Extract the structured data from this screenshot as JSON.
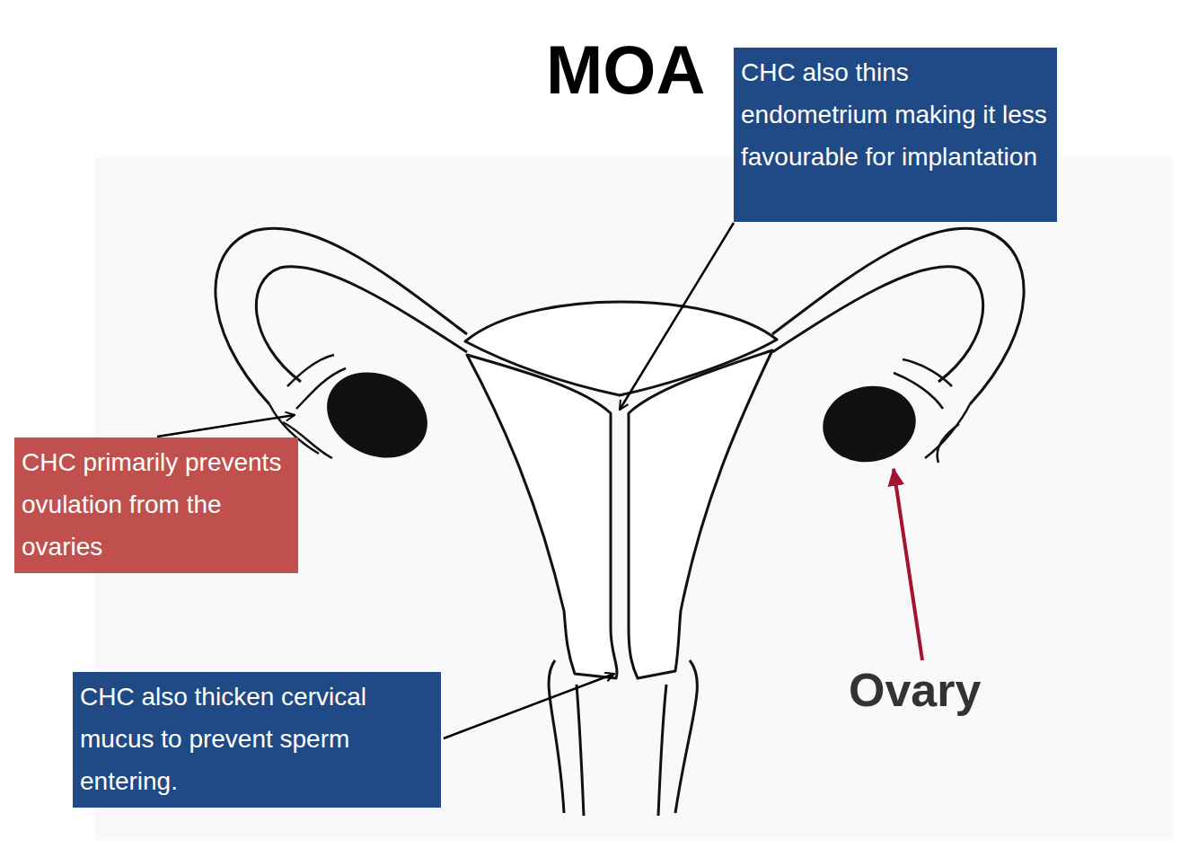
{
  "diagram": {
    "title": "MOA",
    "nodes": [
      {
        "text": [
          "CHC also thins endometrium making it less favourable for implantation"
        ]
      },
      {
        "text": [
          "CHC primarily prevents ovulation from the ovaries"
        ]
      },
      {
        "text": [
          "CHC also thicken cervical mucus to prevent sperm entering."
        ]
      }
    ],
    "labels": [
      "Ovary"
    ]
  }
}
